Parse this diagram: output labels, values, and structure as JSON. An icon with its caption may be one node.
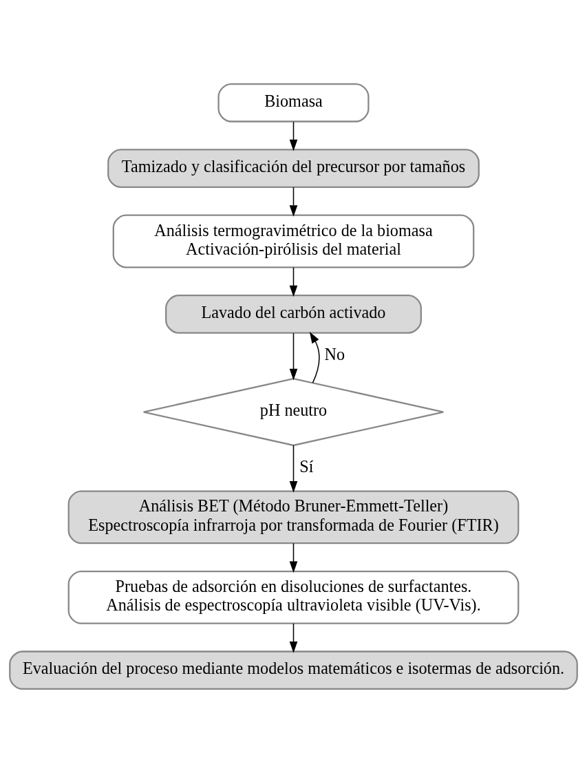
{
  "diagram": {
    "nodes": [
      {
        "text": [
          "Biomasa"
        ]
      },
      {
        "text": [
          "Tamizado y clasificación del precursor por tamaños"
        ]
      },
      {
        "text": [
          "Análisis termogravimétrico de la biomasa",
          "Activación-pirólisis del material"
        ]
      },
      {
        "text": [
          "Lavado del carbón activado"
        ]
      },
      {
        "text": [
          "pH neutro"
        ]
      },
      {
        "text": [
          "Análisis BET (Método Bruner-Emmett-Teller)",
          "Espectroscopía infrarroja por transformada de Fourier (FTIR)"
        ]
      },
      {
        "text": [
          "Pruebas de adsorción en disoluciones de surfactantes.",
          "Análisis de espectroscopía ultravioleta visible (UV-Vis)."
        ]
      },
      {
        "text": [
          "Evaluación del proceso mediante modelos matemáticos e isotermas de adsorción."
        ]
      }
    ],
    "edges": [
      {
        "from": 0,
        "to": 1,
        "arrow": "to"
      },
      {
        "from": 1,
        "to": 2,
        "arrow": "to"
      },
      {
        "from": 2,
        "to": 3,
        "arrow": "to"
      },
      {
        "from": 3,
        "to": 4,
        "arrow": "to"
      },
      {
        "from": 4,
        "to": 3,
        "arrow": "to",
        "label": "No"
      },
      {
        "from": 4,
        "to": 5,
        "arrow": "to",
        "label": "Sí"
      },
      {
        "from": 5,
        "to": 6,
        "arrow": "to"
      },
      {
        "from": 6,
        "to": 7,
        "arrow": "to"
      }
    ]
  }
}
